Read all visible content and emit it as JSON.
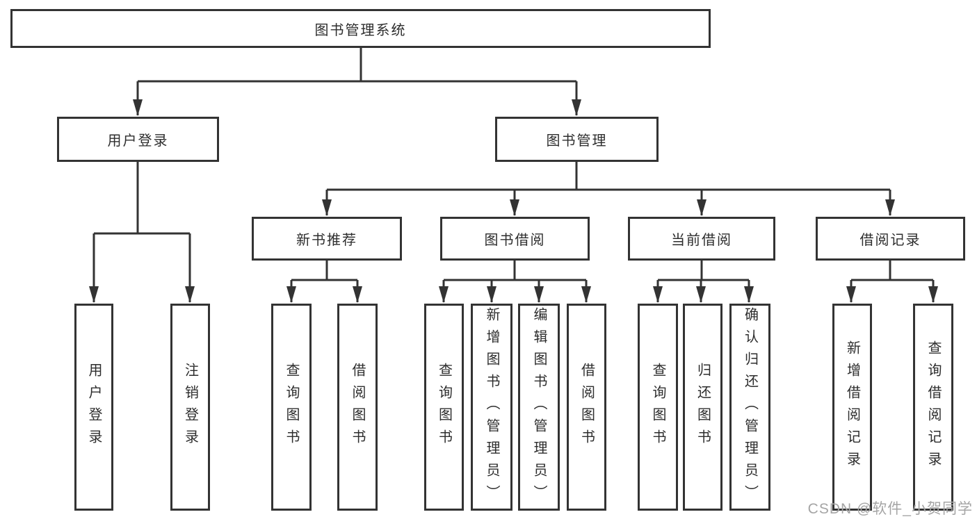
{
  "diagram": {
    "root": {
      "label": "图书管理系统"
    },
    "level1": [
      {
        "label": "用户登录"
      },
      {
        "label": "图书管理"
      }
    ],
    "level2": [
      {
        "label": "新书推荐"
      },
      {
        "label": "图书借阅"
      },
      {
        "label": "当前借阅"
      },
      {
        "label": "借阅记录"
      }
    ],
    "leaves": {
      "user_login": [
        {
          "label": "用户登录"
        },
        {
          "label": "注销登录"
        }
      ],
      "new_books": [
        {
          "label": "查询图书"
        },
        {
          "label": "借阅图书"
        }
      ],
      "book_borrow": [
        {
          "label": "查询图书"
        },
        {
          "label": "新增图书（管理员）"
        },
        {
          "label": "编辑图书（管理员）"
        },
        {
          "label": "借阅图书"
        }
      ],
      "current_borrow": [
        {
          "label": "查询图书"
        },
        {
          "label": "归还图书"
        },
        {
          "label": "确认归还（管理员）"
        }
      ],
      "borrow_records": [
        {
          "label": "新增借阅记录"
        },
        {
          "label": "查询借阅记录"
        }
      ]
    }
  },
  "watermark": "CSDN @软件_小贺同学",
  "colors": {
    "line": "#333333",
    "border": "#333333",
    "text": "#2d2d2d",
    "watermark_text": "#a5a5a5",
    "background": "#ffffff"
  }
}
